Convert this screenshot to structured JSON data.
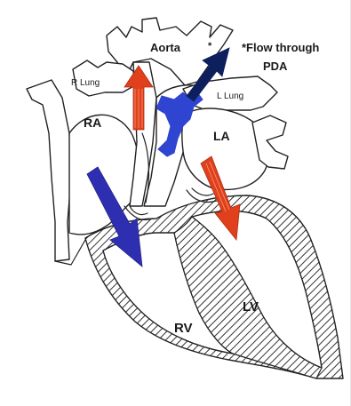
{
  "labels": {
    "aorta": "Aorta",
    "asterisk": "*",
    "flow_note_line1": "*Flow through",
    "flow_note_line2": "PDA",
    "r_lung": "R Lung",
    "l_lung": "L Lung",
    "ra": "RA",
    "la": "LA",
    "rv": "RV",
    "lv": "LV"
  },
  "colors": {
    "red_arrow": "#e0401c",
    "blue_arrow": "#2e2fb0",
    "navy_arrow": "#0d1f5c",
    "pda_flow": "#2f44d0",
    "hatch": "#333333"
  }
}
